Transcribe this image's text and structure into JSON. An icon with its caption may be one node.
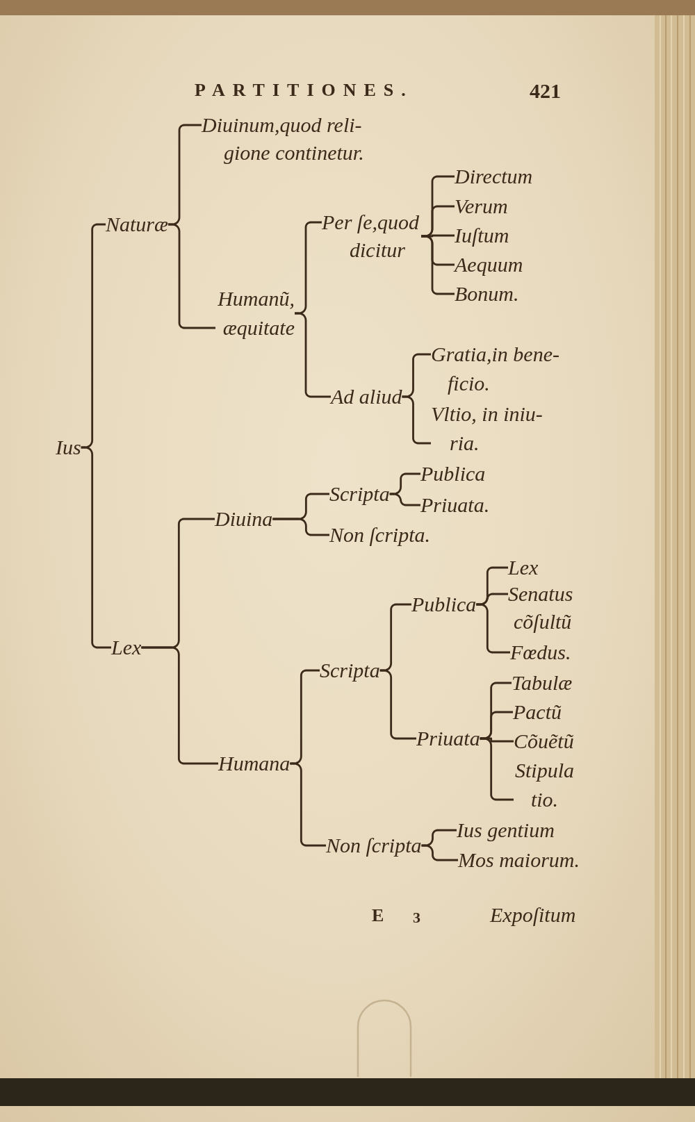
{
  "diagram": {
    "title": "PARTITIONES.",
    "nodes": [
      {
        "text": [
          "Ius"
        ]
      },
      {
        "text": [
          "Naturæ"
        ]
      },
      {
        "text": [
          "Diuinum,quod reli- gione continetur."
        ]
      },
      {
        "text": [
          "Humanũ, æquitate"
        ]
      },
      {
        "text": [
          "Per ſe,quod dicitur"
        ]
      },
      {
        "text": [
          "Directum"
        ]
      },
      {
        "text": [
          "Verum"
        ]
      },
      {
        "text": [
          "Iuſtum"
        ]
      },
      {
        "text": [
          "Aequum"
        ]
      },
      {
        "text": [
          "Bonum."
        ]
      },
      {
        "text": [
          "Ad aliud"
        ]
      },
      {
        "text": [
          "Gratia,in bene- ficio."
        ]
      },
      {
        "text": [
          "Vltio, in iniu- ria."
        ]
      },
      {
        "text": [
          "Lex"
        ]
      },
      {
        "text": [
          "Diuina"
        ]
      },
      {
        "text": [
          "Scripta"
        ]
      },
      {
        "text": [
          "Publica"
        ]
      },
      {
        "text": [
          "Priuata."
        ]
      },
      {
        "text": [
          "Non ſcripta."
        ]
      },
      {
        "text": [
          "Humana"
        ]
      },
      {
        "text": [
          "Scripta"
        ]
      },
      {
        "text": [
          "Publica"
        ]
      },
      {
        "text": [
          "Lex"
        ]
      },
      {
        "text": [
          "Senatus cõſultũ"
        ]
      },
      {
        "text": [
          "Fœdus."
        ]
      },
      {
        "text": [
          "Priuata"
        ]
      },
      {
        "text": [
          "Tabulæ"
        ]
      },
      {
        "text": [
          "Pactũ"
        ]
      },
      {
        "text": [
          "Cõuẽtũ"
        ]
      },
      {
        "text": [
          "Stipula tio."
        ]
      },
      {
        "text": [
          "Non ſcripta"
        ]
      },
      {
        "text": [
          "Ius gentium"
        ]
      },
      {
        "text": [
          "Mos maiorum."
        ]
      }
    ],
    "edges": [
      {
        "from": 0,
        "to": 1,
        "arrow": "none"
      },
      {
        "from": 0,
        "to": 13,
        "arrow": "none"
      },
      {
        "from": 1,
        "to": 2,
        "arrow": "none"
      },
      {
        "from": 1,
        "to": 3,
        "arrow": "none"
      },
      {
        "from": 3,
        "to": 4,
        "arrow": "none"
      },
      {
        "from": 3,
        "to": 10,
        "arrow": "none"
      },
      {
        "from": 4,
        "to": 5,
        "arrow": "none"
      },
      {
        "from": 4,
        "to": 6,
        "arrow": "none"
      },
      {
        "from": 4,
        "to": 7,
        "arrow": "none"
      },
      {
        "from": 4,
        "to": 8,
        "arrow": "none"
      },
      {
        "from": 4,
        "to": 9,
        "arrow": "none"
      },
      {
        "from": 10,
        "to": 11,
        "arrow": "none"
      },
      {
        "from": 10,
        "to": 12,
        "arrow": "none"
      },
      {
        "from": 13,
        "to": 14,
        "arrow": "none"
      },
      {
        "from": 13,
        "to": 19,
        "arrow": "none"
      },
      {
        "from": 14,
        "to": 15,
        "arrow": "none"
      },
      {
        "from": 14,
        "to": 18,
        "arrow": "none"
      },
      {
        "from": 15,
        "to": 16,
        "arrow": "none"
      },
      {
        "from": 15,
        "to": 17,
        "arrow": "none"
      },
      {
        "from": 19,
        "to": 20,
        "arrow": "none"
      },
      {
        "from": 19,
        "to": 30,
        "arrow": "none"
      },
      {
        "from": 20,
        "to": 21,
        "arrow": "none"
      },
      {
        "from": 20,
        "to": 25,
        "arrow": "none"
      },
      {
        "from": 21,
        "to": 22,
        "arrow": "none"
      },
      {
        "from": 21,
        "to": 23,
        "arrow": "none"
      },
      {
        "from": 21,
        "to": 24,
        "arrow": "none"
      },
      {
        "from": 25,
        "to": 26,
        "arrow": "none"
      },
      {
        "from": 25,
        "to": 27,
        "arrow": "none"
      },
      {
        "from": 25,
        "to": 28,
        "arrow": "none"
      },
      {
        "from": 25,
        "to": 29,
        "arrow": "none"
      },
      {
        "from": 30,
        "to": 31,
        "arrow": "none"
      },
      {
        "from": 30,
        "to": 32,
        "arrow": "none"
      }
    ],
    "labels": [
      "421",
      "E",
      "3",
      "Expoſitum"
    ]
  }
}
